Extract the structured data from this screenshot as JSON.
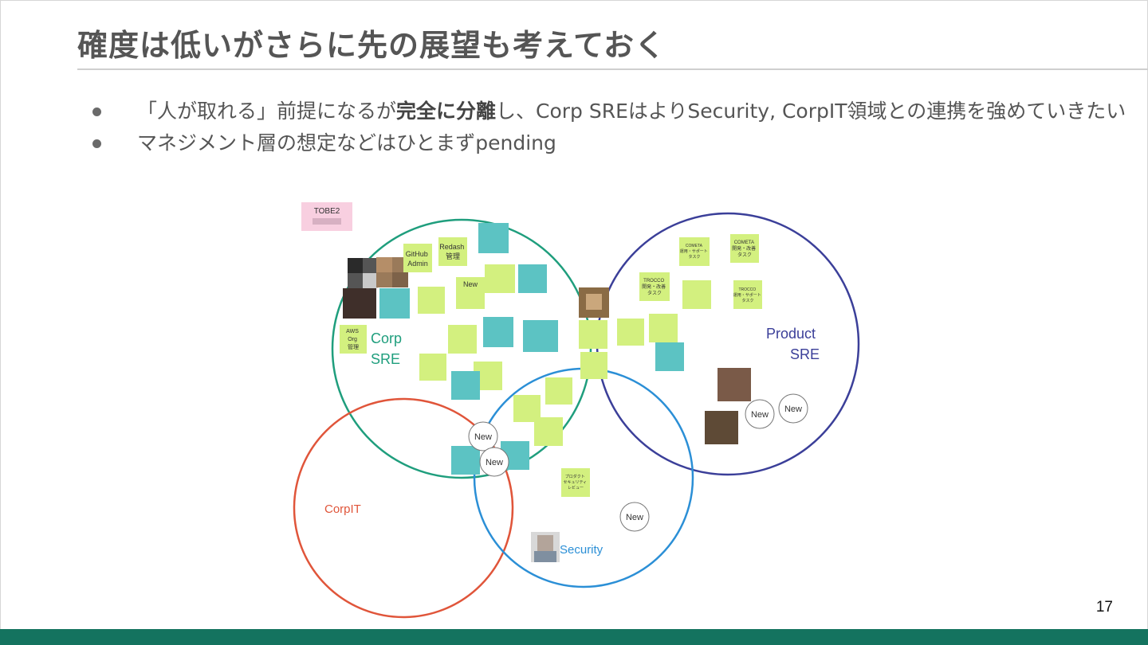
{
  "slide": {
    "title": "確度は低いがさらに先の展望も考えておく",
    "page_number": "17"
  },
  "bullets": [
    {
      "pre": "「人が取れる」前提になるが",
      "bold": "完全に分離",
      "post": "し、Corp SREはよりSecurity, CorpIT領域との連携を強めていきたい"
    },
    {
      "pre": "マネジメント層の想定などはひとまずpending",
      "bold": "",
      "post": ""
    }
  ],
  "diagram": {
    "tag": "TOBE2",
    "circles": [
      {
        "label_lines": [
          "Corp",
          "SRE"
        ],
        "color": "#1f9e7d"
      },
      {
        "label_lines": [
          "Product",
          "SRE"
        ],
        "color": "#3b3f99"
      },
      {
        "label_lines": [
          "CorpIT"
        ],
        "color": "#e0553a"
      },
      {
        "label_lines": [
          "Security"
        ],
        "color": "#2b8fd6"
      }
    ],
    "notes": [
      {
        "text": [
          "GitHub",
          "Admin"
        ]
      },
      {
        "text": [
          "Redash",
          "管理"
        ]
      },
      {
        "text": [
          "New"
        ]
      },
      {
        "text": [
          "AWS",
          "Org",
          "管理"
        ]
      },
      {
        "text": [
          "COMETA",
          "運用・サポート",
          "タスク"
        ]
      },
      {
        "text": [
          "COMETA",
          "開発・改善",
          "タスク"
        ]
      },
      {
        "text": [
          "TROCCO",
          "開発・改善",
          "タスク"
        ]
      },
      {
        "text": [
          "TROCCO",
          "運用・サポート",
          "タスク"
        ]
      },
      {
        "text": [
          "プロダクト",
          "セキュリティ",
          "レビュー"
        ]
      }
    ],
    "new_badges": [
      "New",
      "New",
      "New",
      "New",
      "New"
    ],
    "colors": {
      "sticky_green": "#d3f07f",
      "sticky_teal": "#5cc3c3",
      "sticky_pink": "#f8cfe0",
      "footer": "#14735f"
    }
  }
}
